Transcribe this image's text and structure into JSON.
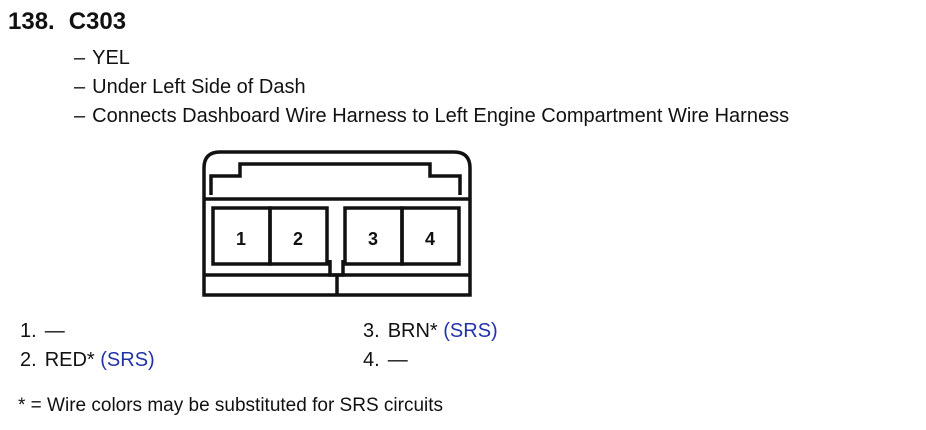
{
  "connector": {
    "number": "138.",
    "id": "C303",
    "details": [
      "YEL",
      "Under Left Side of Dash",
      "Connects Dashboard Wire Harness to Left Engine Compartment Wire Harness"
    ],
    "detail_prefix": "–"
  },
  "diagram": {
    "cavities": [
      "1",
      "2",
      "3",
      "4"
    ]
  },
  "pinout": [
    {
      "pin": "1.",
      "color": "—",
      "note": ""
    },
    {
      "pin": "2.",
      "color": "RED*",
      "note": "(SRS)"
    },
    {
      "pin": "3.",
      "color": "BRN*",
      "note": "(SRS)"
    },
    {
      "pin": "4.",
      "color": "—",
      "note": ""
    }
  ],
  "footnote": "* = Wire colors may be substituted for SRS circuits",
  "colors": {
    "text": "#111111",
    "note": "#2233aa",
    "line": "#111111"
  }
}
